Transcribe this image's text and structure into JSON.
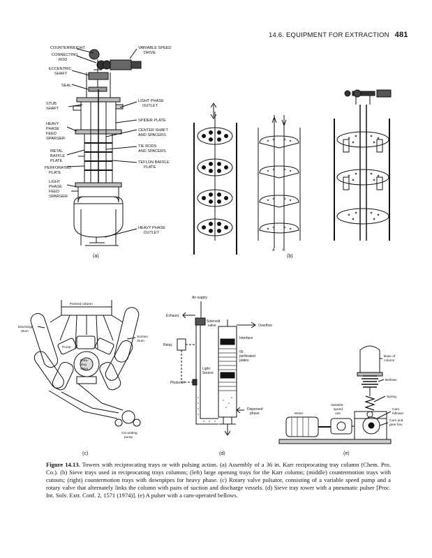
{
  "header": {
    "section": "14.6. EQUIPMENT FOR EXTRACTION",
    "page_number": "481"
  },
  "panel_a": {
    "sub": "(a)",
    "labels": {
      "counterweight": "COUNTERWEIGHT",
      "connecting_rod_1": "CONNECTING",
      "connecting_rod_2": "ROD",
      "eccentric_1": "ECCENTRIC",
      "eccentric_2": "SHAFT",
      "seal": "SEAL",
      "stub_1": "STUB",
      "stub_2": "SHAFT",
      "heavy_1": "HEAVY",
      "heavy_2": "PHASE",
      "heavy_3": "FEED",
      "heavy_4": "SPARGER",
      "metal_1": "METAL",
      "metal_2": "BAFFLE",
      "metal_3": "PLATE",
      "perf_1": "PERFORATED",
      "perf_2": "PLATE",
      "light_1": "LIGHT",
      "light_2": "PHASE",
      "light_3": "FEED",
      "light_4": "SPARGER",
      "vsd_1": "VARIABLE SPEED",
      "vsd_2": "DRIVE",
      "lpo_1": "LIGHT PHASE",
      "lpo_2": "OUTLET",
      "spider": "SPIDER PLATE",
      "center_1": "CENTER SHAFT",
      "center_2": "AND SPACERS",
      "tie_1": "TIE RODS",
      "tie_2": "AND SPACERS",
      "teflon_1": "TEFLON BAFFLE",
      "teflon_2": "PLATE",
      "hpo_1": "HEAVY PHASE",
      "hpo_2": "OUTLET"
    }
  },
  "panel_b": {
    "sub": "(b)",
    "label_a": "A",
    "label_b": "B"
  },
  "panel_c": {
    "sub": "(c)",
    "packed_column": "Packed column",
    "discharge_1": "Discharge",
    "discharge_2": "drum",
    "suction_1": "Suction",
    "suction_2": "drum",
    "pump_1": "Pump",
    "rotating_1": "Rota-",
    "rotating_2": "ting",
    "rotating_3": "valve",
    "circ_1": "Circulating",
    "circ_2": "pump"
  },
  "panel_d": {
    "sub": "(d)",
    "air_supply": "Air supply",
    "exhaust": "Exhaust",
    "solenoid_1": "Solenoid",
    "solenoid_2": "valve",
    "overflow": "Overflow",
    "interface": "Interface",
    "relay": "Relay",
    "perf_1": "56",
    "perf_2": "perforated",
    "perf_3": "plates",
    "light_1": "Light",
    "light_2": "Source",
    "photocell": "Photocell",
    "dispersed_1": "Dispersed",
    "dispersed_2": "phase"
  },
  "panel_e": {
    "sub": "(e)",
    "base_1": "Base of",
    "base_2": "column",
    "bellows": "Bellows",
    "spring": "Spring",
    "variable_1": "Variable-",
    "variable_2": "speed",
    "variable_3": "unit",
    "motor": "Motor",
    "cam_1": "Cam",
    "cam_2": "follower",
    "gear_1": "Cam and",
    "gear_2": "gear box"
  },
  "caption": {
    "lead": "Figure 14.13.",
    "text": "Towers with reciprocating trays or with pulsing action. (a) Assembly of a 36 in. Karr reciprocating tray column (Chem. Pro. Co.). (b) Sieve trays used in reciprocating trays columns; (left) large opening trays for the Karr column; (middle) countermotion trays with cutouts; (right) countermotion trays with downpipes for heavy phase. (c) Rotary valve pulsator, consisting of a variable speed pump and a rotary valve that alternately links the column with pairs of suction and discharge vessels. (d) Sieve tray tower with a pneumatic pulser [Proc. Int. Solv. Extr. Conf. 2, 1571 (1974)]. (e) A pulser with a cam-operated bellows."
  }
}
